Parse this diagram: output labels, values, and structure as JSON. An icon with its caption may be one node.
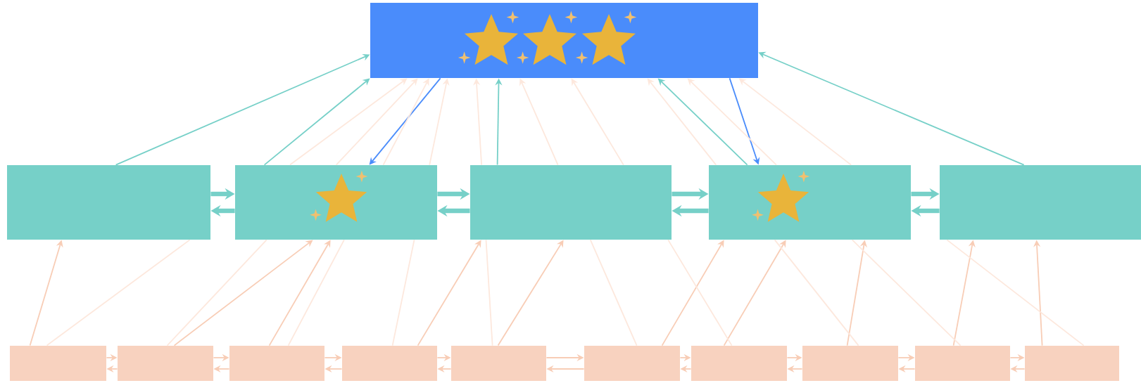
{
  "diagram": {
    "nodes": [
      {
        "text": [],
        "shape": "box"
      },
      {
        "text": [],
        "shape": "box"
      },
      {
        "text": [],
        "shape": "box"
      },
      {
        "text": [],
        "shape": "box"
      },
      {
        "text": [],
        "shape": "box"
      },
      {
        "text": [],
        "shape": "box"
      },
      {
        "text": [],
        "shape": "box"
      },
      {
        "text": [],
        "shape": "box"
      },
      {
        "text": [],
        "shape": "box"
      },
      {
        "text": [],
        "shape": "box"
      },
      {
        "text": [],
        "shape": "box"
      },
      {
        "text": [],
        "shape": "box"
      },
      {
        "text": [],
        "shape": "box"
      },
      {
        "text": [],
        "shape": "box"
      },
      {
        "text": [],
        "shape": "box"
      },
      {
        "text": [],
        "shape": "box"
      }
    ],
    "edges": [
      {
        "from": 1,
        "to": 2,
        "arrow": "to",
        "style": "thick",
        "color": "#76d0c8"
      },
      {
        "from": 2,
        "to": 1,
        "arrow": "to",
        "style": "thick",
        "color": "#76d0c8"
      },
      {
        "from": 2,
        "to": 3,
        "arrow": "to",
        "style": "thick",
        "color": "#76d0c8"
      },
      {
        "from": 3,
        "to": 2,
        "arrow": "to",
        "style": "thick",
        "color": "#76d0c8"
      },
      {
        "from": 3,
        "to": 4,
        "arrow": "to",
        "style": "thick",
        "color": "#76d0c8"
      },
      {
        "from": 4,
        "to": 3,
        "arrow": "to",
        "style": "thick",
        "color": "#76d0c8"
      },
      {
        "from": 4,
        "to": 5,
        "arrow": "to",
        "style": "thick",
        "color": "#76d0c8"
      },
      {
        "from": 5,
        "to": 4,
        "arrow": "to",
        "style": "thick",
        "color": "#76d0c8"
      },
      {
        "from": 1,
        "to": 0,
        "arrow": "to",
        "color": "#76d0c8"
      },
      {
        "from": 2,
        "to": 0,
        "arrow": "to",
        "color": "#76d0c8"
      },
      {
        "from": 3,
        "to": 0,
        "arrow": "to",
        "color": "#76d0c8"
      },
      {
        "from": 4,
        "to": 0,
        "arrow": "to",
        "color": "#76d0c8"
      },
      {
        "from": 5,
        "to": 0,
        "arrow": "to",
        "color": "#76d0c8"
      },
      {
        "from": 0,
        "to": 2,
        "arrow": "to",
        "color": "#4a8cfb"
      },
      {
        "from": 0,
        "to": 4,
        "arrow": "to",
        "color": "#4a8cfb"
      },
      {
        "from": 6,
        "to": 7,
        "arrow": "to"
      },
      {
        "from": 7,
        "to": 6,
        "arrow": "to"
      },
      {
        "from": 7,
        "to": 8,
        "arrow": "to"
      },
      {
        "from": 8,
        "to": 7,
        "arrow": "to"
      },
      {
        "from": 8,
        "to": 9,
        "arrow": "to"
      },
      {
        "from": 9,
        "to": 8,
        "arrow": "to"
      },
      {
        "from": 9,
        "to": 10,
        "arrow": "to"
      },
      {
        "from": 10,
        "to": 9,
        "arrow": "to"
      },
      {
        "from": 10,
        "to": 11,
        "arrow": "to"
      },
      {
        "from": 11,
        "to": 10,
        "arrow": "to"
      },
      {
        "from": 11,
        "to": 12,
        "arrow": "to"
      },
      {
        "from": 12,
        "to": 11,
        "arrow": "to"
      },
      {
        "from": 12,
        "to": 13,
        "arrow": "to"
      },
      {
        "from": 13,
        "to": 12,
        "arrow": "to"
      },
      {
        "from": 13,
        "to": 14,
        "arrow": "to"
      },
      {
        "from": 14,
        "to": 13,
        "arrow": "to"
      },
      {
        "from": 14,
        "to": 15,
        "arrow": "to"
      },
      {
        "from": 15,
        "to": 14,
        "arrow": "to"
      },
      {
        "from": 6,
        "to": 1,
        "arrow": "to"
      },
      {
        "from": 7,
        "to": 2,
        "arrow": "to"
      },
      {
        "from": 8,
        "to": 2,
        "arrow": "to"
      },
      {
        "from": 9,
        "to": 3,
        "arrow": "to"
      },
      {
        "from": 10,
        "to": 3,
        "arrow": "to"
      },
      {
        "from": 11,
        "to": 4,
        "arrow": "to"
      },
      {
        "from": 12,
        "to": 4,
        "arrow": "to"
      },
      {
        "from": 13,
        "to": 4,
        "arrow": "to"
      },
      {
        "from": 14,
        "to": 5,
        "arrow": "to"
      },
      {
        "from": 15,
        "to": 5,
        "arrow": "to"
      },
      {
        "from": 6,
        "to": 1,
        "arrow": "none",
        "color": "#fde8dd"
      },
      {
        "from": 2,
        "to": 0,
        "arrow": "to",
        "color": "#fde8dd"
      },
      {
        "from": 7,
        "to": 2,
        "arrow": "none",
        "color": "#fde8dd"
      },
      {
        "from": 2,
        "to": 0,
        "arrow": "to",
        "color": "#fde8dd"
      },
      {
        "from": 8,
        "to": 2,
        "arrow": "none",
        "color": "#fde8dd"
      },
      {
        "from": 2,
        "to": 0,
        "arrow": "to",
        "color": "#fde8dd"
      },
      {
        "from": 9,
        "to": 2,
        "arrow": "none",
        "color": "#fde8dd"
      },
      {
        "from": 2,
        "to": 0,
        "arrow": "to",
        "color": "#fde8dd"
      },
      {
        "from": 10,
        "to": 3,
        "arrow": "none",
        "color": "#fde8dd"
      },
      {
        "from": 3,
        "to": 0,
        "arrow": "to",
        "color": "#fde8dd"
      },
      {
        "from": 11,
        "to": 3,
        "arrow": "none",
        "color": "#fde8dd"
      },
      {
        "from": 3,
        "to": 0,
        "arrow": "to",
        "color": "#fde8dd"
      },
      {
        "from": 12,
        "to": 3,
        "arrow": "none",
        "color": "#fde8dd"
      },
      {
        "from": 3,
        "to": 0,
        "arrow": "to",
        "color": "#fde8dd"
      },
      {
        "from": 13,
        "to": 4,
        "arrow": "none",
        "color": "#fde8dd"
      },
      {
        "from": 4,
        "to": 0,
        "arrow": "to",
        "color": "#fde8dd"
      },
      {
        "from": 14,
        "to": 4,
        "arrow": "none",
        "color": "#fde8dd"
      },
      {
        "from": 4,
        "to": 0,
        "arrow": "to",
        "color": "#fde8dd"
      },
      {
        "from": 15,
        "to": 5,
        "arrow": "none",
        "color": "#fde8dd"
      },
      {
        "from": 4,
        "to": 0,
        "arrow": "to",
        "color": "#fde8dd"
      }
    ]
  }
}
